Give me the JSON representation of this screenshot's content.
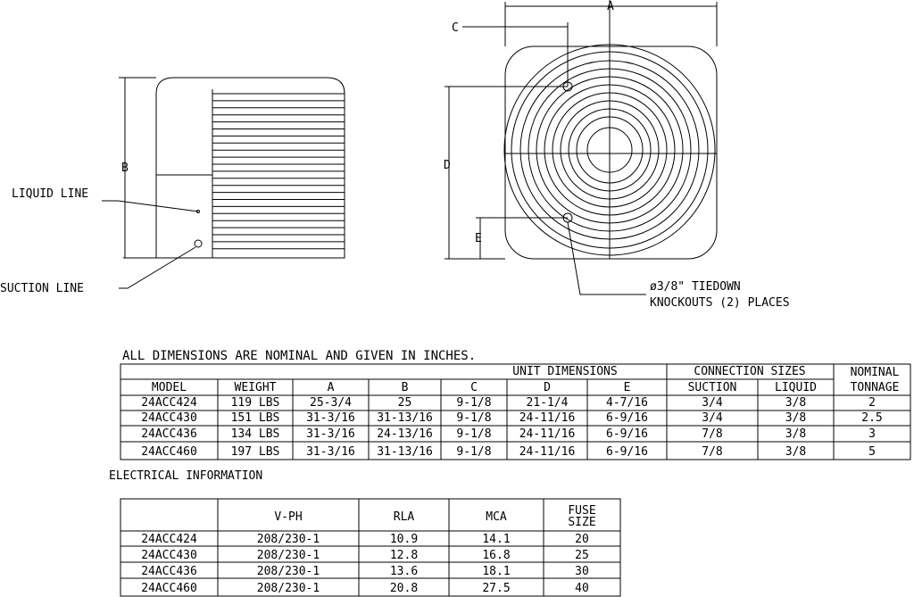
{
  "side_view": {
    "dim_b": "B",
    "liquid_line": "LIQUID LINE",
    "suction_line": "SUCTION LINE"
  },
  "top_view": {
    "dim_a": "A",
    "dim_c": "C",
    "dim_d": "D",
    "dim_e": "E",
    "tiedown_line1": "ø3/8\" TIEDOWN",
    "tiedown_line2": "KNOCKOUTS (2) PLACES"
  },
  "dimensions_table": {
    "note": "ALL DIMENSIONS ARE NOMINAL AND GIVEN IN INCHES.",
    "group_unit": "UNIT DIMENSIONS",
    "group_conn": "CONNECTION SIZES",
    "nominal1": "NOMINAL",
    "nominal2": "TONNAGE",
    "headers": [
      "MODEL",
      "WEIGHT",
      "A",
      "B",
      "C",
      "D",
      "E",
      "SUCTION",
      "LIQUID"
    ],
    "rows": [
      [
        "24ACC424",
        "119 LBS",
        "25-3/4",
        "25",
        "9-1/8",
        "21-1/4",
        "4-7/16",
        "3/4",
        "3/8",
        "2"
      ],
      [
        "24ACC430",
        "151 LBS",
        "31-3/16",
        "31-13/16",
        "9-1/8",
        "24-11/16",
        "6-9/16",
        "3/4",
        "3/8",
        "2.5"
      ],
      [
        "24ACC436",
        "134 LBS",
        "31-3/16",
        "24-13/16",
        "9-1/8",
        "24-11/16",
        "6-9/16",
        "7/8",
        "3/8",
        "3"
      ],
      [
        "24ACC460",
        "197 LBS",
        "31-3/16",
        "31-13/16",
        "9-1/8",
        "24-11/16",
        "6-9/16",
        "7/8",
        "3/8",
        "5"
      ]
    ]
  },
  "electrical_table": {
    "title": "ELECTRICAL INFORMATION",
    "headers": [
      "",
      "V-PH",
      "RLA",
      "MCA"
    ],
    "fuse1": "FUSE",
    "fuse2": "SIZE",
    "rows": [
      [
        "24ACC424",
        "208/230-1",
        "10.9",
        "14.1",
        "20"
      ],
      [
        "24ACC430",
        "208/230-1",
        "12.8",
        "16.8",
        "25"
      ],
      [
        "24ACC436",
        "208/230-1",
        "13.6",
        "18.1",
        "30"
      ],
      [
        "24ACC460",
        "208/230-1",
        "20.8",
        "27.5",
        "40"
      ]
    ]
  }
}
